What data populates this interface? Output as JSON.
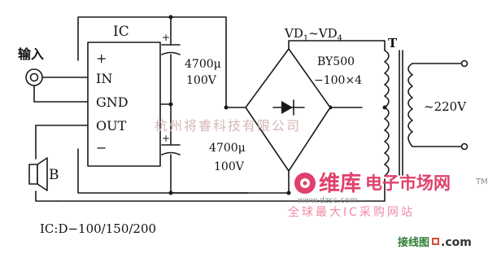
{
  "ic": {
    "label": "IC",
    "pin_plus": "+",
    "pin_in": "IN",
    "pin_gnd": "GND",
    "pin_out": "OUT",
    "pin_minus": "−",
    "model": "IC:D−100/150/200"
  },
  "input": {
    "label": "输入"
  },
  "speaker": {
    "label": "B"
  },
  "capacitors": {
    "c1_value": "4700μ",
    "c1_voltage": "100V",
    "c2_value": "4700μ",
    "c2_voltage": "100V",
    "polarity_plus": "+"
  },
  "bridge": {
    "label_vd": "VD",
    "sub_1": "1",
    "label_tilde": "~VD",
    "sub_4": "4",
    "part": "BY500",
    "part_qty": "−100×4"
  },
  "transformer": {
    "label": "T",
    "ac": "~220V"
  },
  "watermarks": {
    "company": "杭州将睿科技有限公司",
    "brand": "维库",
    "brand_suffix": "电子市场网",
    "url": "www.dzsc.com",
    "slogan": "全球最大IC采购网站",
    "site2_a": "接线图",
    "site2_b": ".com",
    "tm": "TM"
  },
  "colors": {
    "ink": "#1a1a1a",
    "brand_red": "#e0406a",
    "brand_green": "#2e7d32"
  }
}
